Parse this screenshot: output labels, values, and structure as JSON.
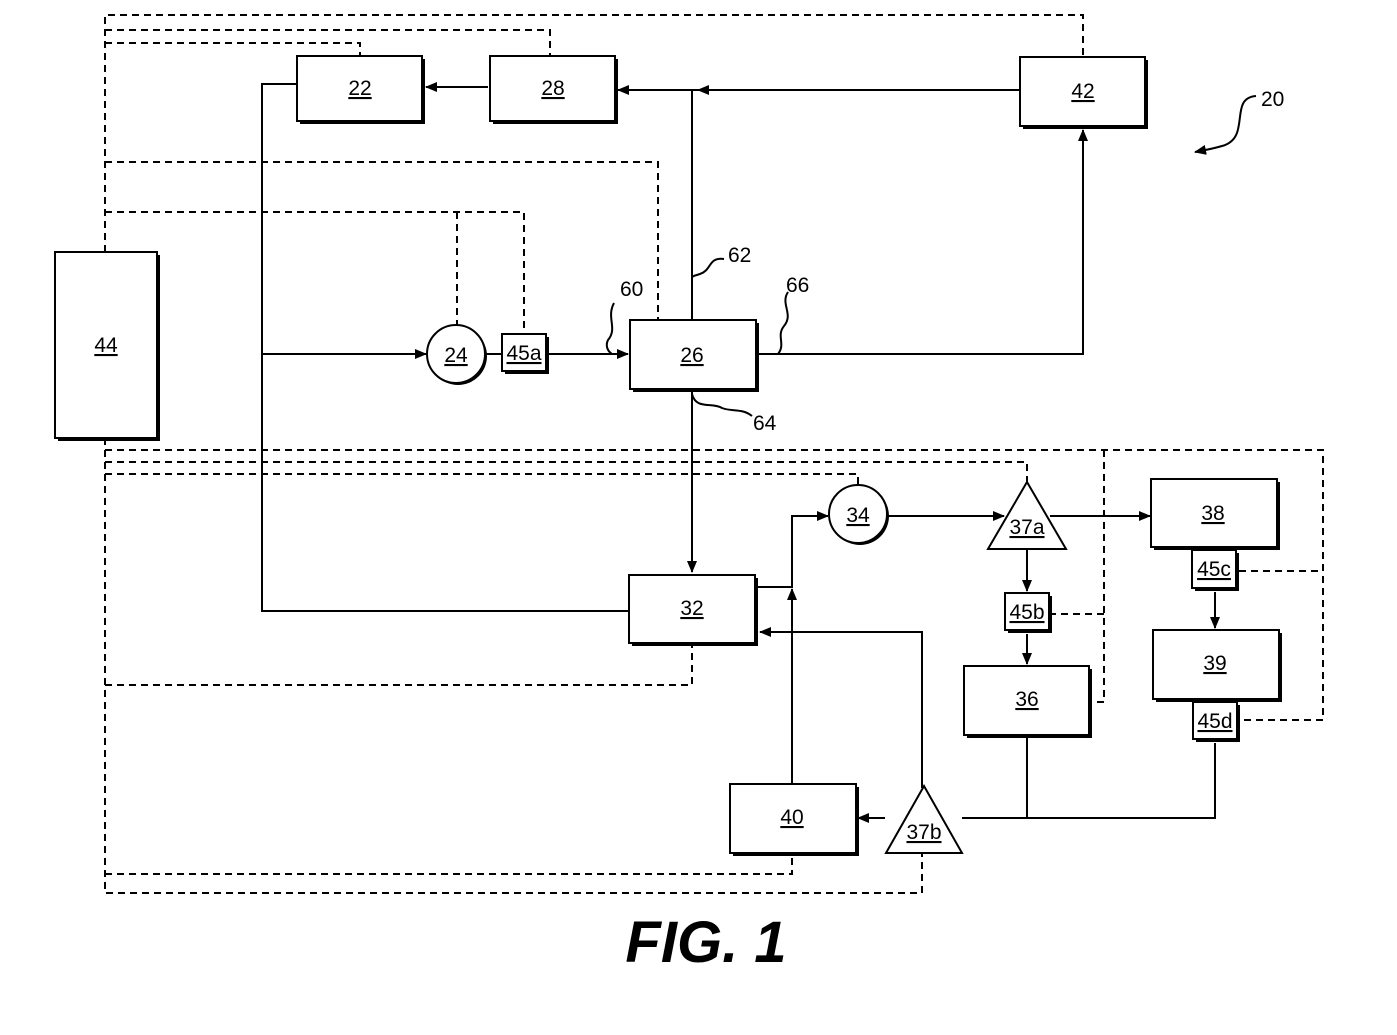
{
  "figure": {
    "caption": "FIG. 1",
    "reference": "20"
  },
  "nodes": {
    "n22": "22",
    "n28": "28",
    "n42": "42",
    "n44": "44",
    "n24": "24",
    "n45a": "45a",
    "n26": "26",
    "n32": "32",
    "n34": "34",
    "n37a": "37a",
    "n38": "38",
    "n45c": "45c",
    "n45b": "45b",
    "n39": "39",
    "n36": "36",
    "n45d": "45d",
    "n40": "40",
    "n37b": "37b"
  },
  "leaders": {
    "l60": "60",
    "l62": "62",
    "l64": "64",
    "l66": "66"
  }
}
